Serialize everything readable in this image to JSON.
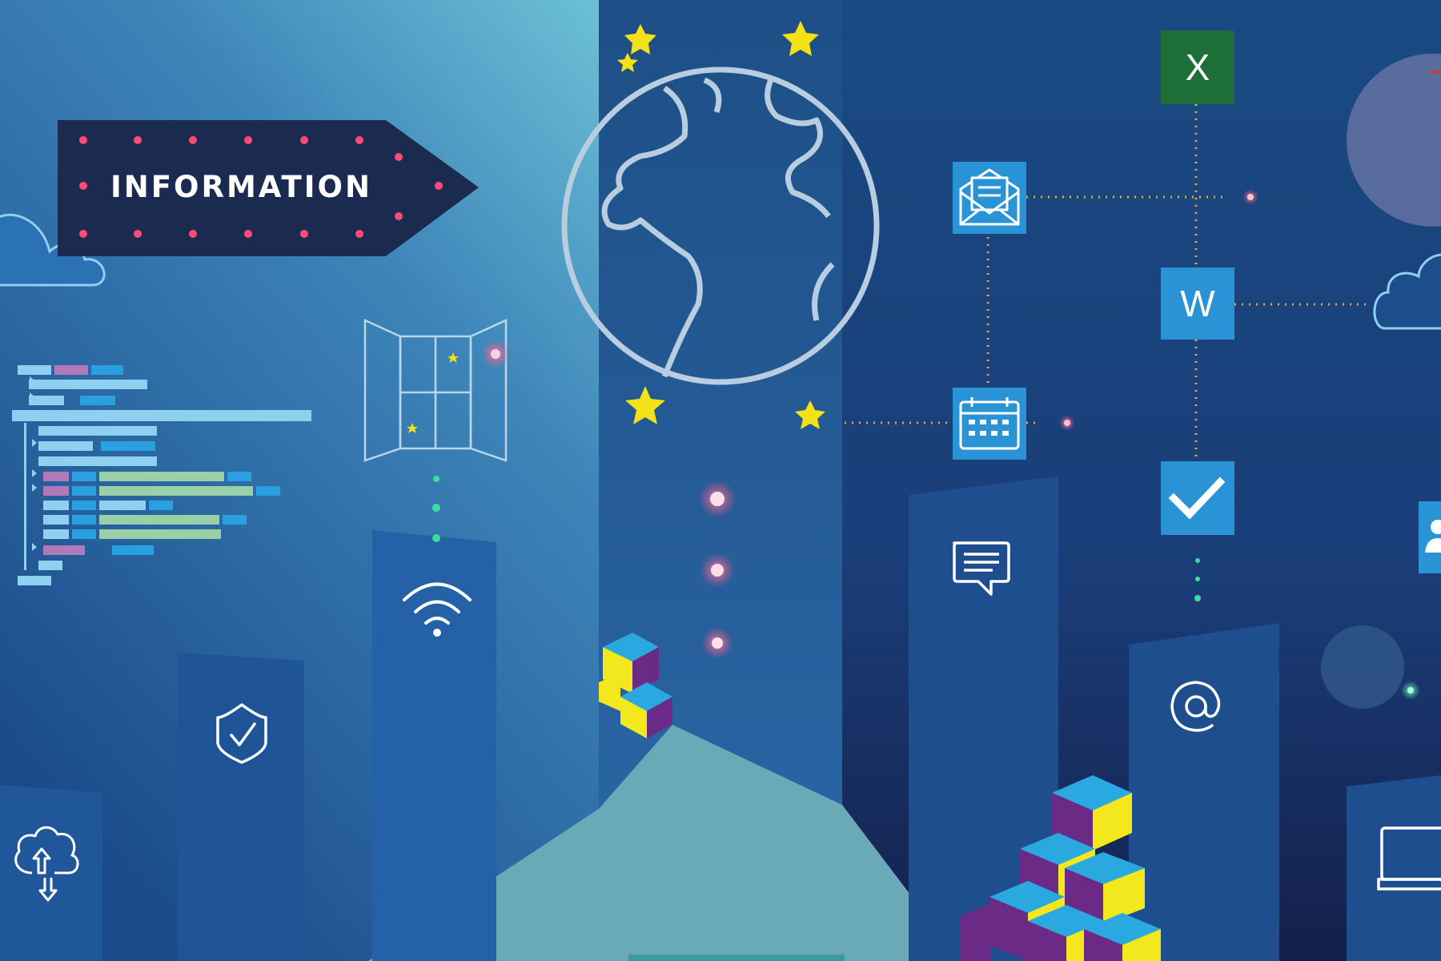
{
  "sign": {
    "text": "INFORMATION"
  },
  "apps": {
    "excel_letter": "X",
    "word_letter": "W"
  },
  "icons": [
    "cloud-icon",
    "code-lines-icon",
    "window-icon",
    "wifi-icon",
    "shield-check-icon",
    "cloud-upload-download-icon",
    "globe-icon",
    "star-icon",
    "envelope-icon",
    "calendar-icon",
    "excel-icon",
    "word-icon",
    "checkbox-icon",
    "chat-icon",
    "at-sign-icon",
    "user-icon",
    "laptop-icon",
    "cube-stack"
  ],
  "colors": {
    "sky_left": "#5aa8c8",
    "sky_dark": "#14366a",
    "building": "#1f5596",
    "ground": "#6aaab8",
    "sign_bg": "#1b2b4f",
    "led": "#ff4a78",
    "star": "#f3e216",
    "app_blue": "#2a93d5",
    "excel_green": "#1e6e38",
    "cube_top": "#2aa8e0",
    "cube_left": "#6b2a85",
    "cube_right": "#f3e81e",
    "connector": "#e0a640"
  }
}
